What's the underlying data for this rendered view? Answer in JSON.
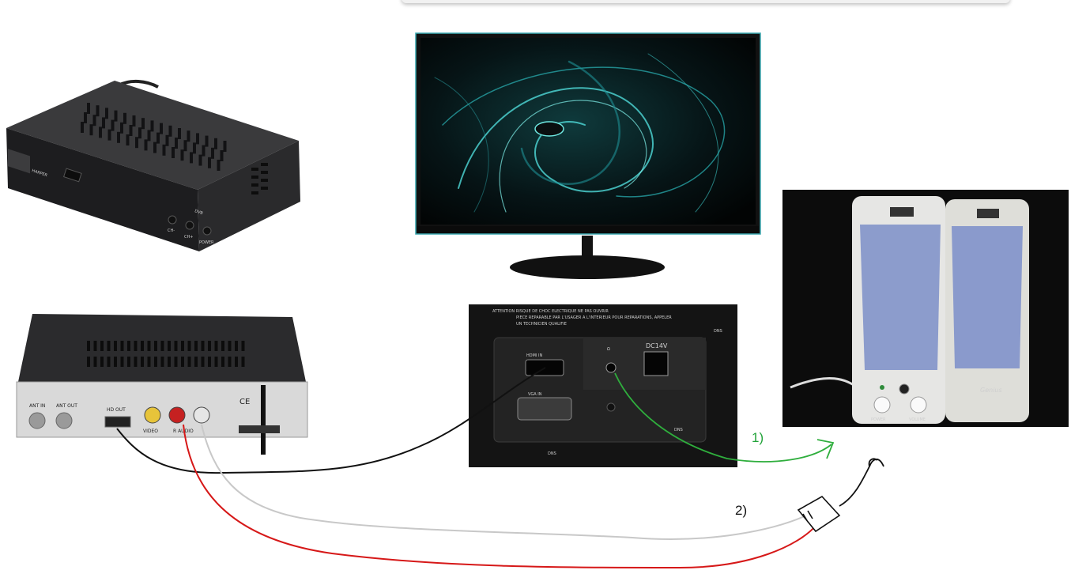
{
  "receiver": {
    "brand": "HARPER",
    "buttons": [
      "CH-",
      "CH+",
      "POWER"
    ],
    "dvb_logo": "DVB"
  },
  "receiver_back": {
    "ports": [
      "ANT IN",
      "ANT OUT",
      "HD OUT",
      "VIDEO",
      "R AUDIO"
    ],
    "ce_mark": "CE"
  },
  "monitor_back": {
    "hdmi_label": "HDMI IN",
    "vga_label": "VGA IN",
    "dc_label": "DC14V",
    "warning_line1": "ATTENTION  RISQUE DE CHOC ELECTRIQUE NE PAS OUVRIR",
    "warning_line2": "PIECE REPARABLE PAR L'USAGER A L'INTERIEUR POUR REPARATIONS, APPELER",
    "warning_line3": "UN TECHNICIEN QUALIFIE",
    "watermark": "DNS"
  },
  "speakers": {
    "brand": "Genius",
    "button_left": "POWER",
    "button_right": "VOLUME"
  },
  "annotations": {
    "label_1": "1)",
    "label_2": "2)",
    "label_1_color": "#22a33a",
    "label_2_color": "#111111"
  },
  "cable_colors": {
    "hdmi": "#111111",
    "audio_white": "#c8c8c8",
    "audio_red": "#d61818",
    "audio_green": "#2fae3d",
    "plug_line": "#111111"
  }
}
